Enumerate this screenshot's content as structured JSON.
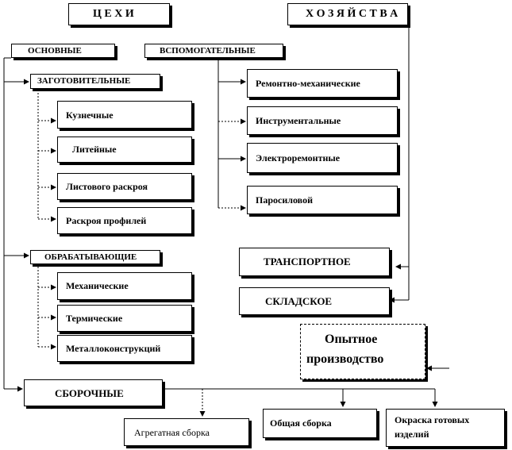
{
  "headers": {
    "shops": "Ц Е Х И",
    "farms": "Х О З Я Й С Т В А"
  },
  "groups": {
    "main": "ОСНОВНЫЕ",
    "auxiliary": "ВСПОМОГАТЕЛЬНЫЕ",
    "procurement": "ЗАГОТОВИТЕЛЬНЫЕ",
    "processing": "ОБРАБАТЫВАЮЩИЕ",
    "assembly": "СБОРОЧНЫЕ"
  },
  "procurement_items": [
    "Кузнечные",
    "Литейные",
    "Листового раскроя",
    "Раскроя профилей"
  ],
  "processing_items": [
    "Механические",
    "Термические",
    "Металлоконструкций"
  ],
  "auxiliary_items": [
    "Ремонтно-механические",
    "Инструментальные",
    "Электроремонтные",
    "Паросиловой"
  ],
  "farm_items": [
    "ТРАНСПОРТНОЕ",
    "СКЛАДСКОЕ"
  ],
  "experimental": [
    "Опытное",
    "производство"
  ],
  "assembly_items": [
    "Агрегатная сборка",
    "Общая сборка",
    "Окраска готовых",
    "изделий"
  ]
}
